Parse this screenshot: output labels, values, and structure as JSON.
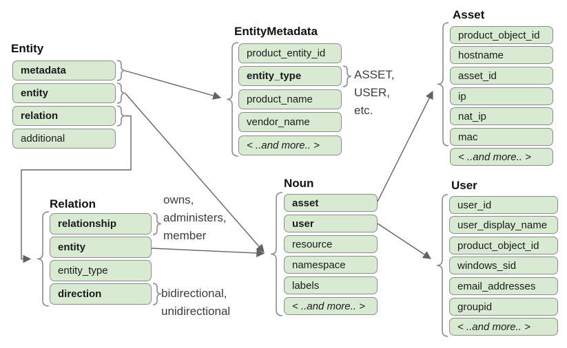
{
  "colors": {
    "box_fill": "#d9ead3",
    "box_border": "#8a8a8a",
    "connector": "#636363"
  },
  "tables": {
    "entity": {
      "title": "Entity",
      "fields": [
        "metadata",
        "entity",
        "relation",
        "additional"
      ]
    },
    "entity_metadata": {
      "title": "EntityMetadata",
      "fields": [
        "product_entity_id",
        "entity_type",
        "product_name",
        "vendor_name",
        "< ..and more.. >"
      ]
    },
    "relation": {
      "title": "Relation",
      "fields": [
        "relationship",
        "entity",
        "entity_type",
        "direction"
      ]
    },
    "noun": {
      "title": "Noun",
      "fields": [
        "asset",
        "user",
        "resource",
        "namespace",
        "labels",
        "< ..and more.. >"
      ]
    },
    "asset": {
      "title": "Asset",
      "fields": [
        "product_object_id",
        "hostname",
        "asset_id",
        "ip",
        "nat_ip",
        "mac",
        "< ..and more.. >"
      ]
    },
    "user": {
      "title": "User",
      "fields": [
        "user_id",
        "user_display_name",
        "product_object_id",
        "windows_sid",
        "email_addresses",
        "groupid",
        "< ..and more.. >"
      ]
    }
  },
  "annotations": {
    "entity_type_values": [
      "ASSET,",
      "USER,",
      "etc."
    ],
    "relationship_values": [
      "owns,",
      "administers,",
      "member"
    ],
    "direction_values": [
      "bidirectional,",
      "unidirectional"
    ]
  }
}
